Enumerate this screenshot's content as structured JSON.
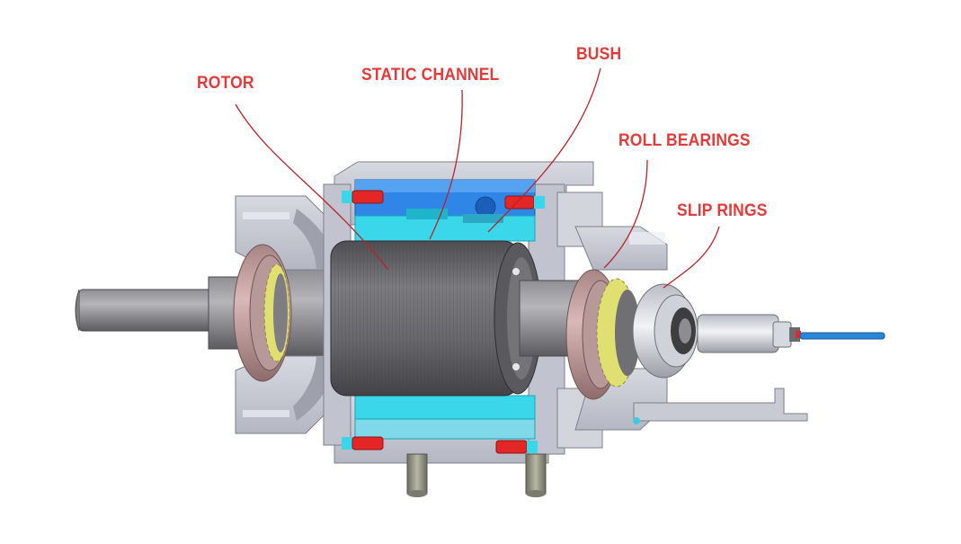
{
  "labels": {
    "rotor": "ROTOR",
    "static_channel": "STATIC CHANNEL",
    "bush": "BUSH",
    "roll_bearings": "ROLL BEARINGS",
    "slip_rings": "SLIP RINGS"
  },
  "colors": {
    "label_text": "#e53a3a",
    "leader_line": "#b8232a",
    "housing_grey": "#c9cbd4",
    "rotor_dark": "#5f5f63",
    "channel_cyan": "#3ad6ea",
    "channel_blue": "#2d7fe0",
    "bearing_pink": "#c9a3a3",
    "seal_red": "#e32626",
    "cable_blue": "#2b86d8"
  }
}
